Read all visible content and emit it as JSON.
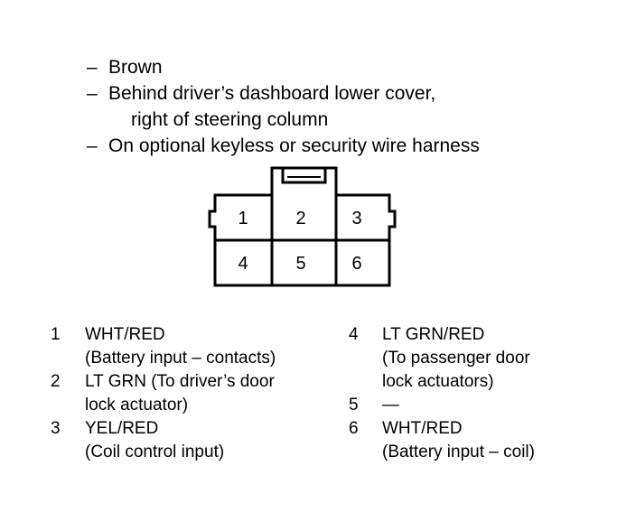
{
  "notes": [
    {
      "bullet": "–",
      "text": "Brown"
    },
    {
      "bullet": "–",
      "text": "Behind driver’s dashboard lower cover,",
      "cont": "right of steering column"
    },
    {
      "bullet": "–",
      "text": "On optional keyless or security wire harness"
    }
  ],
  "connector": {
    "pins": [
      "1",
      "2",
      "3",
      "4",
      "5",
      "6"
    ]
  },
  "legend": {
    "left": [
      {
        "num": "1",
        "lines": [
          "WHT/RED",
          "(Battery input – contacts)"
        ]
      },
      {
        "num": "2",
        "lines": [
          "LT GRN (To driver’s door",
          "lock actuator)"
        ]
      },
      {
        "num": "3",
        "lines": [
          "YEL/RED",
          "(Coil control input)"
        ]
      }
    ],
    "right": [
      {
        "num": "4",
        "lines": [
          "LT GRN/RED",
          "(To passenger door",
          "lock actuators)"
        ]
      },
      {
        "num": "5",
        "lines": [
          "—"
        ]
      },
      {
        "num": "6",
        "lines": [
          "WHT/RED",
          "(Battery input – coil)"
        ]
      }
    ]
  }
}
